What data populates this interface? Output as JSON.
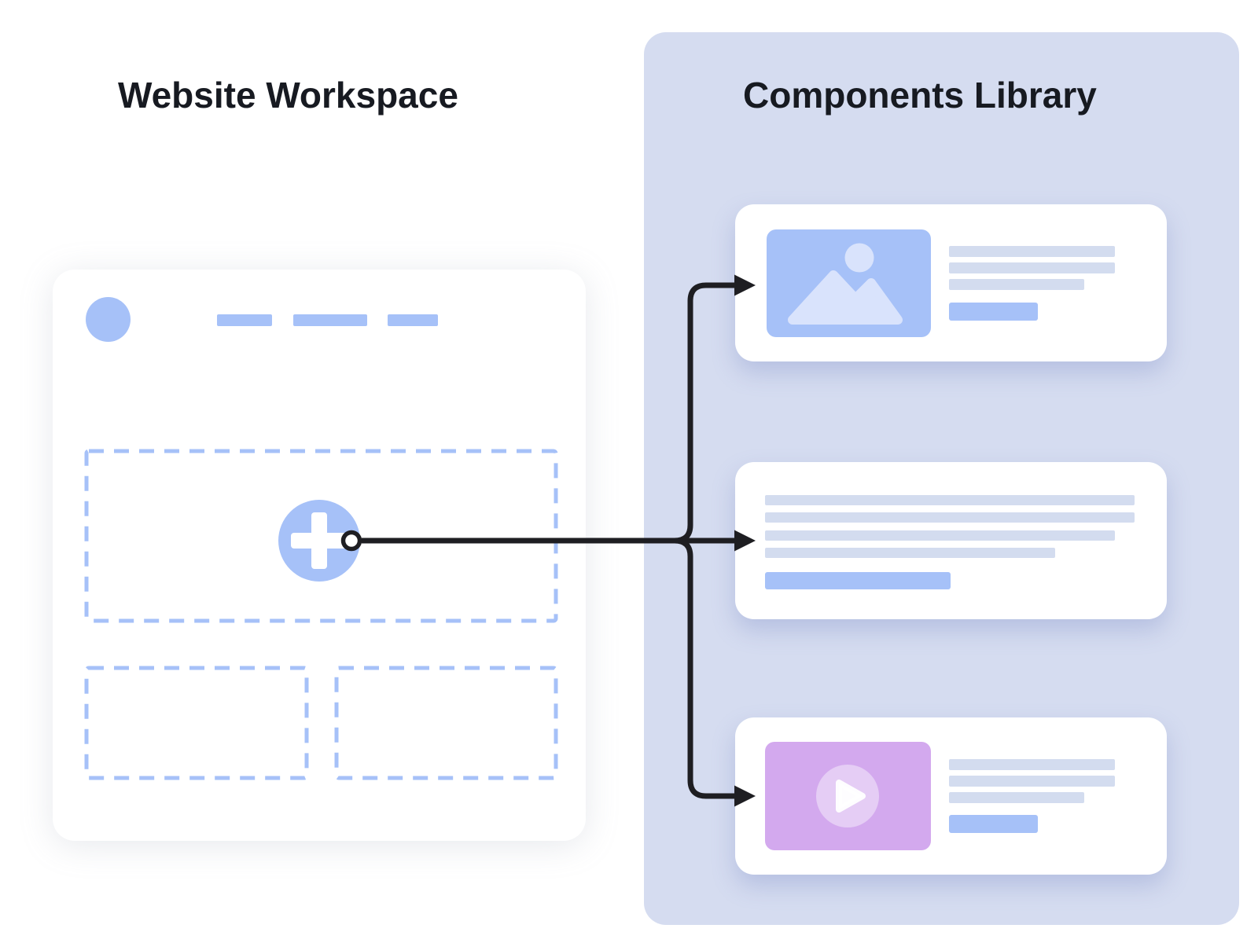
{
  "diagram": {
    "left": {
      "title": "Website Workspace",
      "workspace": {
        "wireframe_elements": [
          "avatar-circle",
          "nav-bar",
          "nav-bar",
          "nav-bar",
          "drop-zone-large",
          "drop-zone-small-left",
          "drop-zone-small-right"
        ],
        "add_button_icon": "plus-icon",
        "connector_origin": "dot-handle"
      }
    },
    "right": {
      "title": "Components Library",
      "components": [
        {
          "name": "image-component",
          "media_icon": "image-icon",
          "text_lines": 3,
          "has_button_placeholder": true
        },
        {
          "name": "text-component",
          "media_icon": null,
          "text_lines": 4,
          "has_button_placeholder": true
        },
        {
          "name": "video-component",
          "media_icon": "play-icon",
          "text_lines": 3,
          "has_button_placeholder": true
        }
      ]
    },
    "connections": [
      {
        "from": "add-button",
        "to": "image-component"
      },
      {
        "from": "add-button",
        "to": "text-component"
      },
      {
        "from": "add-button",
        "to": "video-component"
      }
    ],
    "colors": {
      "accent_blue": "#a6c1f8",
      "light_blue_graphic": "#d9e3fc",
      "panel_lavender": "#d5dcf0",
      "placeholder_line": "#d3dcef",
      "video_purple": "#d3a9ee",
      "arrow_black": "#1e1e22",
      "title_text": "#171a21",
      "card_white": "#ffffff"
    }
  }
}
